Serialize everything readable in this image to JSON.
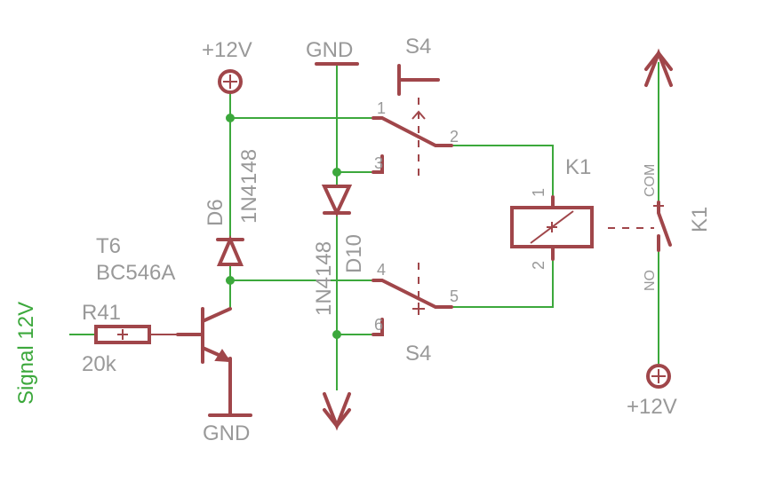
{
  "labels": {
    "vcc_top": "+12V",
    "gnd_top": "GND",
    "switch_top": "S4",
    "switch_bottom": "S4",
    "relay_coil": "K1",
    "relay_contact": "K1",
    "d6_name": "D6",
    "d6_part": "1N4148",
    "d10_name": "D10",
    "d10_part": "1N4148",
    "t6_name": "T6",
    "t6_part": "BC546A",
    "r41_name": "R41",
    "r41_value": "20k",
    "gnd_bottom": "GND",
    "vcc_right": "+12V",
    "signal": "Signal 12V",
    "com": "COM",
    "no": "NO"
  },
  "pins": {
    "s4_top_1": "1",
    "s4_top_2": "2",
    "s4_top_3": "3",
    "s4_bot_4": "4",
    "s4_bot_5": "5",
    "s4_bot_6": "6",
    "k1_1": "1",
    "k1_2": "2"
  },
  "colors": {
    "wire": "#3ca83c",
    "symbol": "#a0464a",
    "label": "#999999"
  }
}
